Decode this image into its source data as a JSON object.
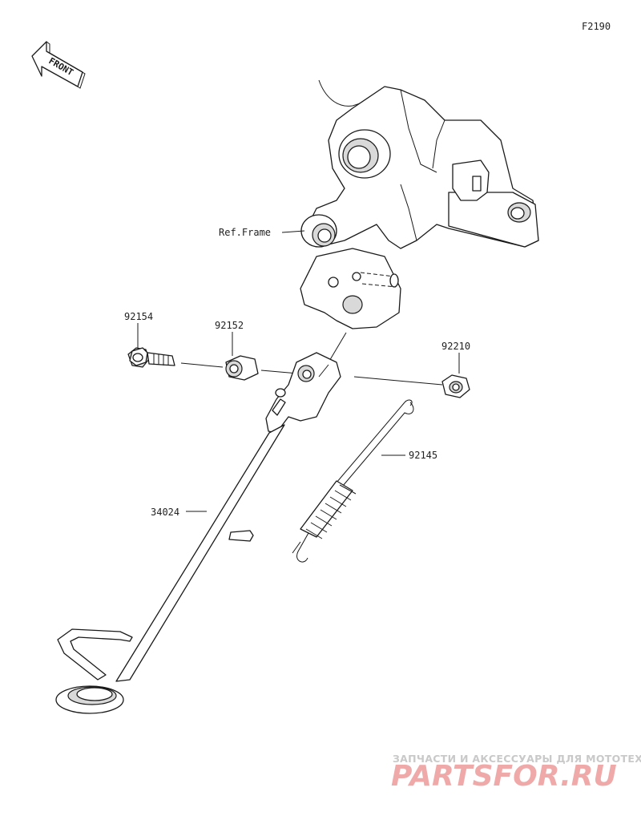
{
  "diagram_code": "F2190",
  "front_arrow": {
    "label": "FRONT",
    "icon": "front-arrow-icon"
  },
  "reference_label": "Ref.Frame",
  "parts": [
    {
      "number": "92154"
    },
    {
      "number": "92152"
    },
    {
      "number": "92210"
    },
    {
      "number": "92145"
    },
    {
      "number": "34024"
    }
  ],
  "watermark": {
    "tagline": "ЗАПЧАСТИ И АКСЕССУАРЫ ДЛЯ МОТОТЕХНИКИ",
    "brand": "PARTSFOR.RU",
    "color": "#e86a6a"
  }
}
